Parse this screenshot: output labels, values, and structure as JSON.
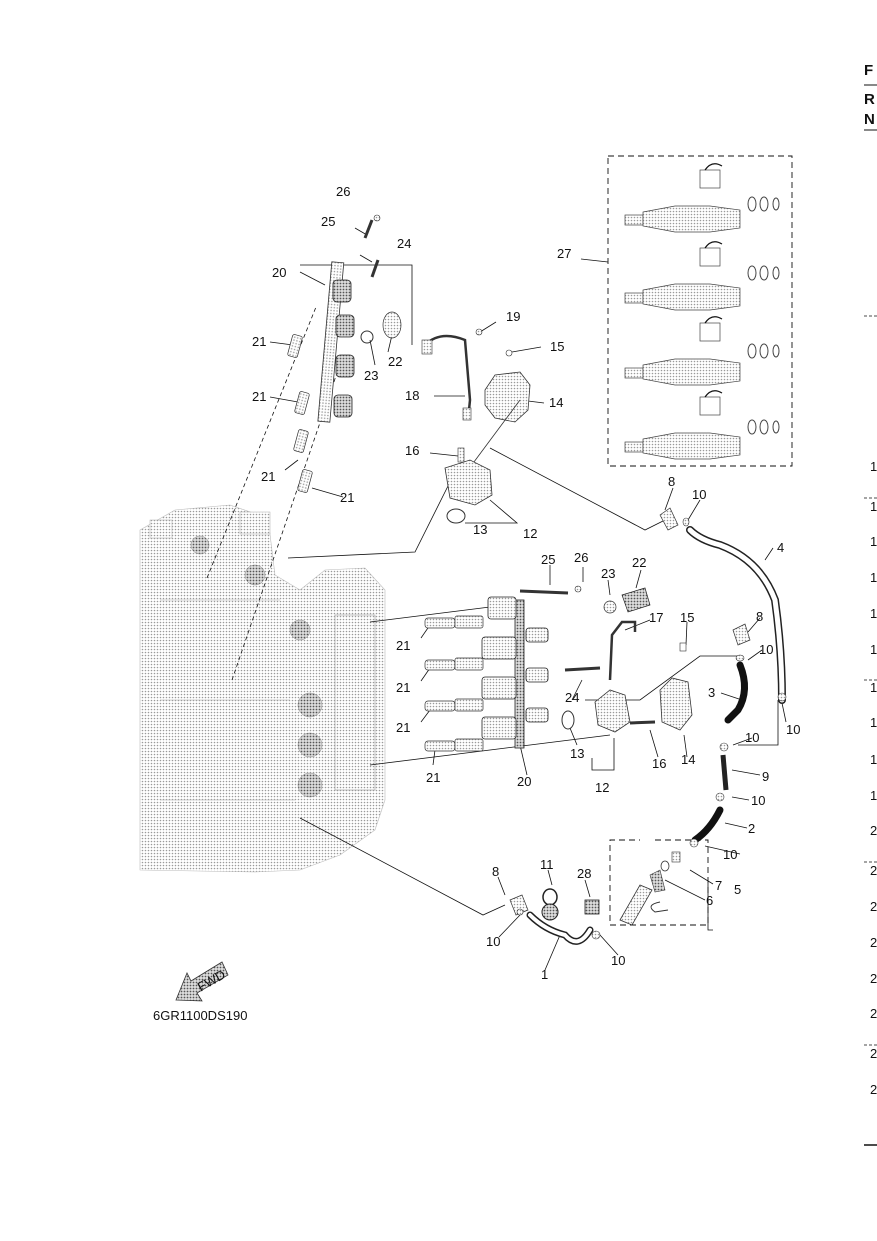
{
  "drawing_code": "6GR1100DS190",
  "fwd_arrow_label": "FWD",
  "edge_header": [
    "F",
    "R",
    "N"
  ],
  "edge_numbers": [
    "1",
    "1",
    "1",
    "1",
    "1",
    "1",
    "1",
    "1",
    "1",
    "1",
    "2",
    "2",
    "2",
    "2",
    "2",
    "2",
    "2",
    "2"
  ],
  "callouts": [
    {
      "id": "c26a",
      "text": "26"
    },
    {
      "id": "c25a",
      "text": "25"
    },
    {
      "id": "c24a",
      "text": "24"
    },
    {
      "id": "c20a",
      "text": "20"
    },
    {
      "id": "c21a",
      "text": "21"
    },
    {
      "id": "c22a",
      "text": "22"
    },
    {
      "id": "c23a",
      "text": "23"
    },
    {
      "id": "c21b",
      "text": "21"
    },
    {
      "id": "c21c",
      "text": "21"
    },
    {
      "id": "c21d",
      "text": "21"
    },
    {
      "id": "c19a",
      "text": "19"
    },
    {
      "id": "c15a",
      "text": "15"
    },
    {
      "id": "c18a",
      "text": "18"
    },
    {
      "id": "c14a",
      "text": "14"
    },
    {
      "id": "c16a",
      "text": "16"
    },
    {
      "id": "c13a",
      "text": "13"
    },
    {
      "id": "c12a",
      "text": "12"
    },
    {
      "id": "c27",
      "text": "27"
    },
    {
      "id": "c8a",
      "text": "8"
    },
    {
      "id": "c10a",
      "text": "10"
    },
    {
      "id": "c4",
      "text": "4"
    },
    {
      "id": "c25b",
      "text": "25"
    },
    {
      "id": "c26b",
      "text": "26"
    },
    {
      "id": "c22b",
      "text": "22"
    },
    {
      "id": "c23b",
      "text": "23"
    },
    {
      "id": "c17",
      "text": "17"
    },
    {
      "id": "c15b",
      "text": "15"
    },
    {
      "id": "c8b",
      "text": "8"
    },
    {
      "id": "c10b",
      "text": "10"
    },
    {
      "id": "c3",
      "text": "3"
    },
    {
      "id": "c10c",
      "text": "10"
    },
    {
      "id": "c21e",
      "text": "21"
    },
    {
      "id": "c21f",
      "text": "21"
    },
    {
      "id": "c21g",
      "text": "21"
    },
    {
      "id": "c21h",
      "text": "21"
    },
    {
      "id": "c24b",
      "text": "24"
    },
    {
      "id": "c13b",
      "text": "13"
    },
    {
      "id": "c16b",
      "text": "16"
    },
    {
      "id": "c14b",
      "text": "14"
    },
    {
      "id": "c12b",
      "text": "12"
    },
    {
      "id": "c20b",
      "text": "20"
    },
    {
      "id": "c10d",
      "text": "10"
    },
    {
      "id": "c9",
      "text": "9"
    },
    {
      "id": "c10e",
      "text": "10"
    },
    {
      "id": "c2",
      "text": "2"
    },
    {
      "id": "c10f",
      "text": "10"
    },
    {
      "id": "c7",
      "text": "7"
    },
    {
      "id": "c6",
      "text": "6"
    },
    {
      "id": "c5",
      "text": "5"
    },
    {
      "id": "c8c",
      "text": "8"
    },
    {
      "id": "c11",
      "text": "11"
    },
    {
      "id": "c28",
      "text": "28"
    },
    {
      "id": "c10g",
      "text": "10"
    },
    {
      "id": "c1",
      "text": "1"
    },
    {
      "id": "c10h",
      "text": "10"
    }
  ]
}
